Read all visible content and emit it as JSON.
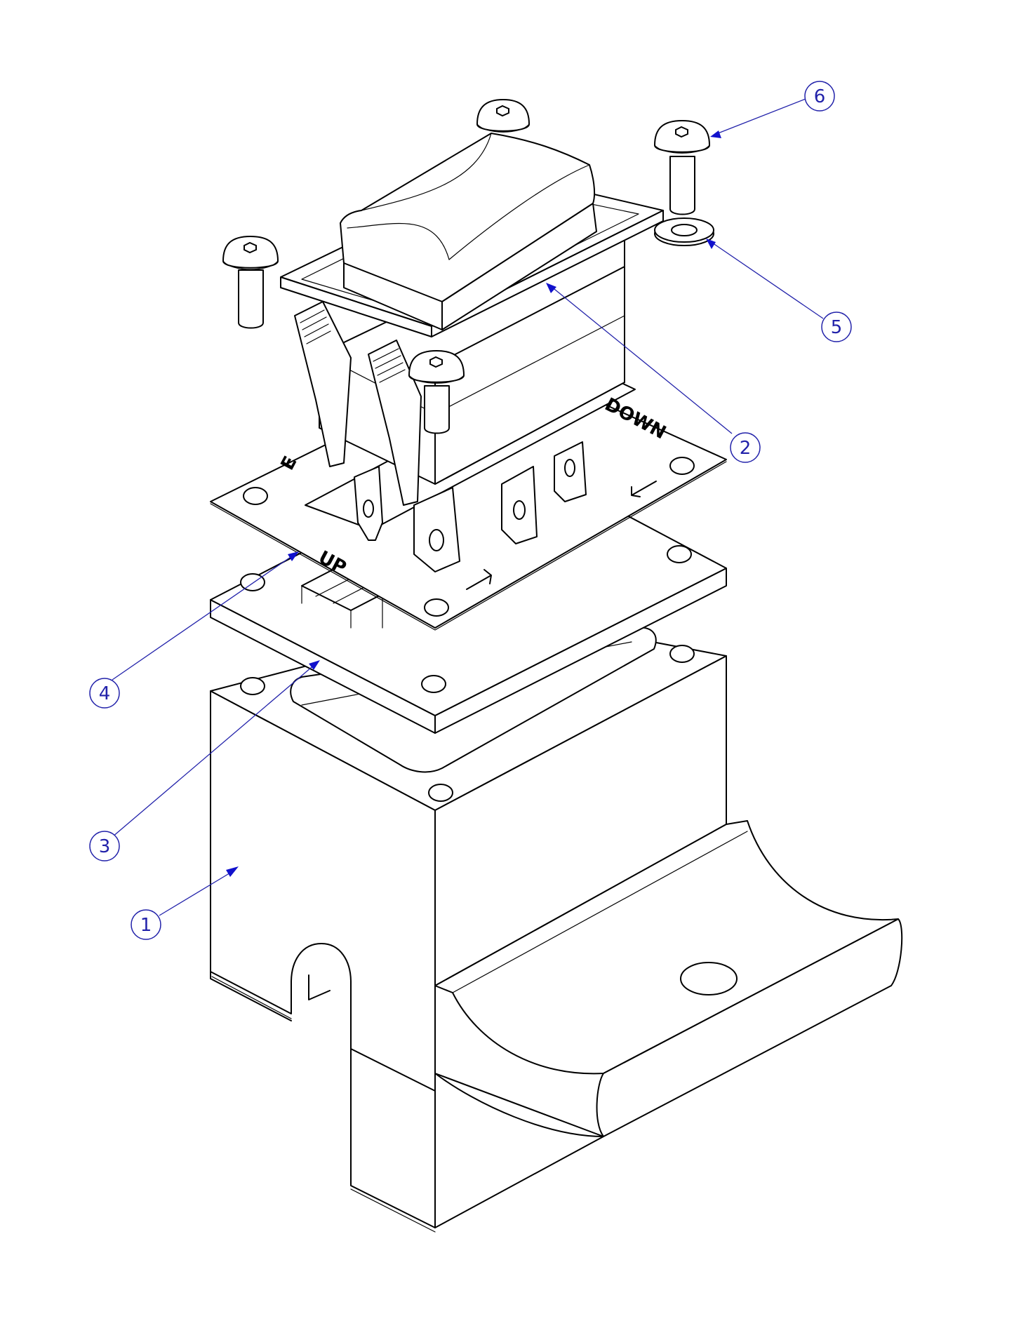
{
  "drawing": {
    "view": "isometric exploded assembly",
    "balloons": [
      {
        "id": "balloon-1",
        "number": "1"
      },
      {
        "id": "balloon-2",
        "number": "2"
      },
      {
        "id": "balloon-3",
        "number": "3"
      },
      {
        "id": "balloon-4",
        "number": "4"
      },
      {
        "id": "balloon-5",
        "number": "5"
      },
      {
        "id": "balloon-6",
        "number": "6"
      }
    ],
    "legend_plate_text": {
      "up": "UP",
      "down": "DOWN",
      "partial_left": "E"
    },
    "colors": {
      "line": "#000000",
      "balloon": "#2222aa",
      "arrowhead": "#1111cc",
      "background": "#ffffff"
    }
  }
}
